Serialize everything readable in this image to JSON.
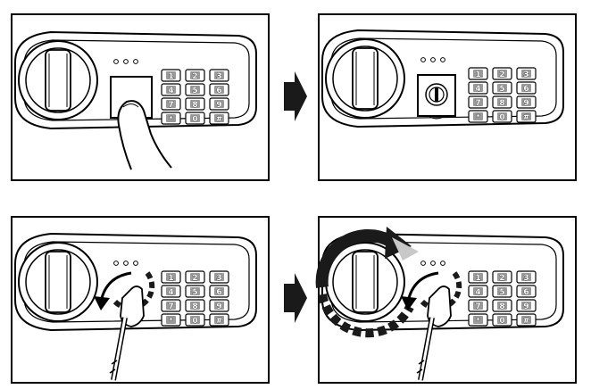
{
  "keypad": {
    "keys": [
      "1",
      "2",
      "3",
      "4",
      "5",
      "6",
      "7",
      "8",
      "9",
      "*",
      "0",
      "#"
    ]
  },
  "colors": {
    "line": "#000000",
    "panel_bg": "#ffffff",
    "key_fill": "#9a9a9a",
    "dash_dark": "#1a1a1a",
    "dash_light": "#c8c8c8"
  },
  "steps": [
    {
      "id": "cover-touch",
      "icon": "finger-icon"
    },
    {
      "id": "cover-open-keyhole",
      "icon": "keyhole-icon"
    },
    {
      "id": "turn-key",
      "icon": "key-icon"
    },
    {
      "id": "turn-key-and-knob",
      "icon": "rotation-arrow-icon"
    }
  ]
}
